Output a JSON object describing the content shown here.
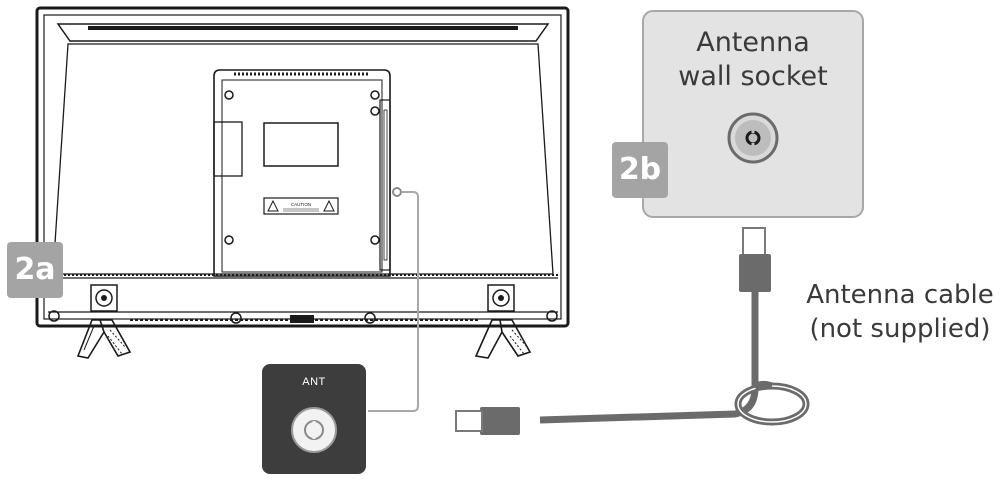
{
  "badges": {
    "tv": "2a",
    "wall": "2b"
  },
  "wall_socket": {
    "title": "Antenna\nwall socket"
  },
  "ant_port": {
    "label": "ANT"
  },
  "cable": {
    "label": "Antenna cable\n(not supplied)"
  },
  "caution_label": "CAUTION",
  "colors": {
    "badge": "#a4a4a4",
    "wall_plate": "#e3e3e3",
    "cable": "#6b6b6b",
    "ant_box": "#3d3d3d"
  }
}
